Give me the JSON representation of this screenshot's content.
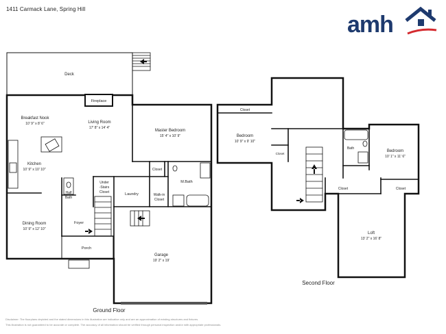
{
  "address": "1411 Carmack Lane, Spring Hill",
  "brand": {
    "name": "amh",
    "color": "#1e3a6e",
    "accent": "#d42a2f"
  },
  "floors": [
    {
      "label": "Ground Floor"
    },
    {
      "label": "Second Floor"
    }
  ],
  "rooms": {
    "deck": {
      "name": "Deck"
    },
    "fireplace": {
      "name": "Fireplace"
    },
    "breakfast_nook": {
      "name": "Breakfast Nook",
      "dims": "10' 9\" x 8' 6\""
    },
    "living_room": {
      "name": "Living Room",
      "dims": "17' 8\" x 14' 4\""
    },
    "master_bedroom": {
      "name": "Master Bedroom",
      "dims": "15' 4\" x 10' 9\""
    },
    "kitchen": {
      "name": "Kitchen",
      "dims": "10' 9\" x 10' 10\""
    },
    "closet_g": {
      "name": "Closet"
    },
    "mbath": {
      "name": "M.Bath"
    },
    "under_stairs_1": {
      "name": "Under"
    },
    "under_stairs_2": {
      "name": "-Stairs"
    },
    "under_stairs_3": {
      "name": "Closet"
    },
    "laundry": {
      "name": "Laundry"
    },
    "walkin_1": {
      "name": "Walk-in"
    },
    "walkin_2": {
      "name": "Closet"
    },
    "half_bath_1": {
      "name": "Half"
    },
    "half_bath_2": {
      "name": "Bath"
    },
    "dining_room": {
      "name": "Dining Room",
      "dims": "10' 9\" x 12' 10\""
    },
    "foyer": {
      "name": "Foyer"
    },
    "porch": {
      "name": "Porch"
    },
    "garage": {
      "name": "Garage",
      "dims": "19' 2\" x 19'"
    },
    "closet_2a": {
      "name": "Closet"
    },
    "bedroom_2a": {
      "name": "Bedroom",
      "dims": "10' 9\" x 9' 10\""
    },
    "closet_2b": {
      "name": "Closet"
    },
    "bath_2": {
      "name": "Bath"
    },
    "bedroom_2b": {
      "name": "Bedroom",
      "dims": "10' 1\" x 11' 6\""
    },
    "closet_2c": {
      "name": "Closet"
    },
    "closet_2d": {
      "name": "Closet"
    },
    "loft": {
      "name": "Loft",
      "dims": "13' 2\" x 16' 8\""
    }
  },
  "disclaimer": {
    "line1": "Disclaimer: The floorplans depicted and the stated dimensions in this illustration are indicative only and are an approximation of existing structures and fixtures.",
    "line2": "This illustration is not guaranteed to be accurate or complete. The accuracy of all information should be verified through personal inspection and/or with appropriate professionals."
  }
}
